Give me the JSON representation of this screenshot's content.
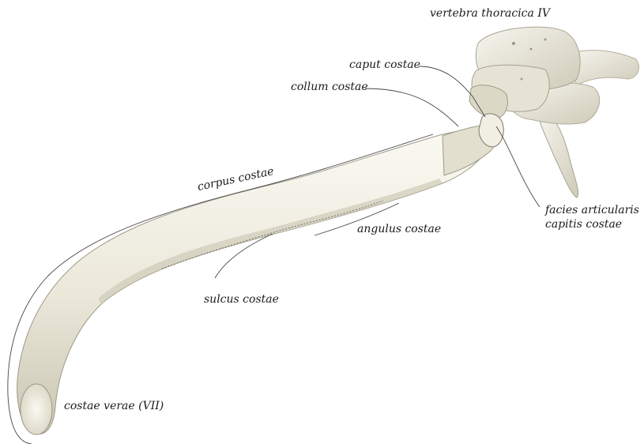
{
  "labels": {
    "vertebra": "vertebra thoracica IV",
    "caput": "caput costae",
    "collum": "collum costae",
    "corpus": "corpus costae",
    "angulus": "angulus costae",
    "sulcus": "sulcus costae",
    "facies_line1": "facies articularis",
    "facies_line2": "capitis costae",
    "costae_verae": "costae verae (VII)"
  },
  "colors": {
    "bone": "#e9e6d8",
    "bone_shadow": "#bdb9a6",
    "bone_highlight": "#f8f7ef",
    "leader": "#444444"
  }
}
